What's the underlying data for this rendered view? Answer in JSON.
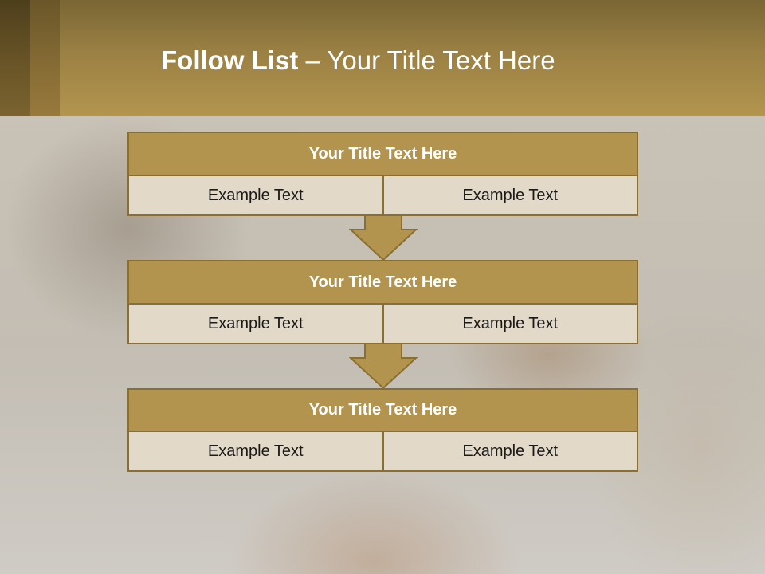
{
  "slide": {
    "title_bold": "Follow List",
    "title_rest": "– Your Title Text Here"
  },
  "blocks": [
    {
      "title": "Your Title Text Here",
      "cells": [
        "Example Text",
        "Example Text"
      ]
    },
    {
      "title": "Your Title Text Here",
      "cells": [
        "Example Text",
        "Example Text"
      ]
    },
    {
      "title": "Your Title Text Here",
      "cells": [
        "Example Text",
        "Example Text"
      ]
    }
  ],
  "colors": {
    "header": "#b3944f",
    "box_fill": "#b3944f",
    "cell_fill": "#e2d9c8",
    "border": "#8a6f32"
  }
}
